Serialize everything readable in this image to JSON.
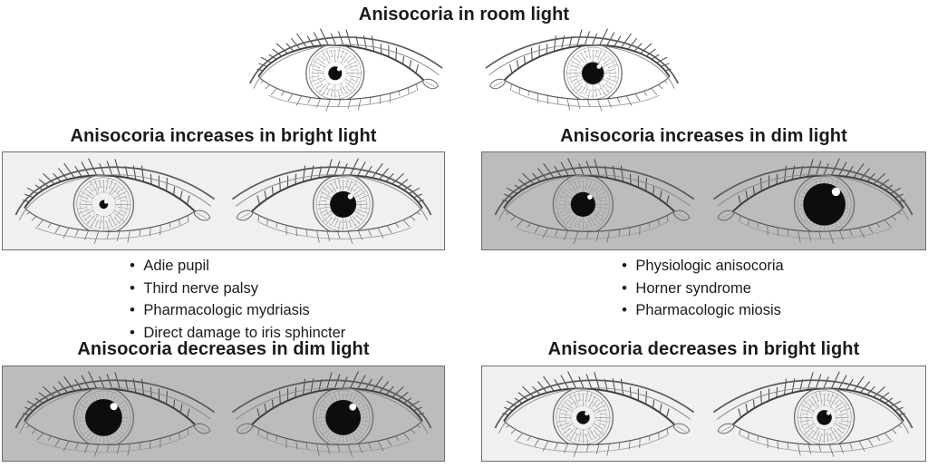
{
  "figure": {
    "colors": {
      "bright_box": "#f0f0f0",
      "dim_box": "#bcbcbc",
      "box_border": "#6e6e6e",
      "ink": "#1a1a1a"
    },
    "panels": [
      {
        "id": "room-light",
        "title": "Anisocoria in room light",
        "boxed": false,
        "eyes": [
          {
            "side": "right-eye",
            "pupil_radius": 8,
            "mirrored": false
          },
          {
            "side": "left-eye",
            "pupil_radius": 13,
            "mirrored": true
          }
        ]
      },
      {
        "id": "increases-bright",
        "title": "Anisocoria increases in bright light",
        "boxed": true,
        "box_color": "#f0f0f0",
        "eyes": [
          {
            "side": "right-eye",
            "pupil_radius": 5,
            "mirrored": false
          },
          {
            "side": "left-eye",
            "pupil_radius": 15,
            "mirrored": true
          }
        ],
        "causes": [
          "Adie pupil",
          "Third nerve palsy",
          "Pharmacologic mydriasis",
          "Direct damage to iris sphincter"
        ]
      },
      {
        "id": "increases-dim",
        "title": "Anisocoria increases in dim light",
        "boxed": true,
        "box_color": "#bcbcbc",
        "eyes": [
          {
            "side": "right-eye",
            "pupil_radius": 14,
            "mirrored": false
          },
          {
            "side": "left-eye",
            "pupil_radius": 24,
            "mirrored": true
          }
        ],
        "causes": [
          "Physiologic anisocoria",
          "Horner syndrome",
          "Pharmacologic miosis"
        ]
      },
      {
        "id": "decreases-dim",
        "title": "Anisocoria decreases in dim light",
        "boxed": true,
        "box_color": "#bcbcbc",
        "eyes": [
          {
            "side": "right-eye",
            "pupil_radius": 21,
            "mirrored": false
          },
          {
            "side": "left-eye",
            "pupil_radius": 20,
            "mirrored": true
          }
        ]
      },
      {
        "id": "decreases-bright",
        "title": "Anisocoria decreases in bright light",
        "boxed": true,
        "box_color": "#f0f0f0",
        "eyes": [
          {
            "side": "right-eye",
            "pupil_radius": 7.5,
            "mirrored": false
          },
          {
            "side": "left-eye",
            "pupil_radius": 8.5,
            "mirrored": true
          }
        ]
      }
    ]
  }
}
